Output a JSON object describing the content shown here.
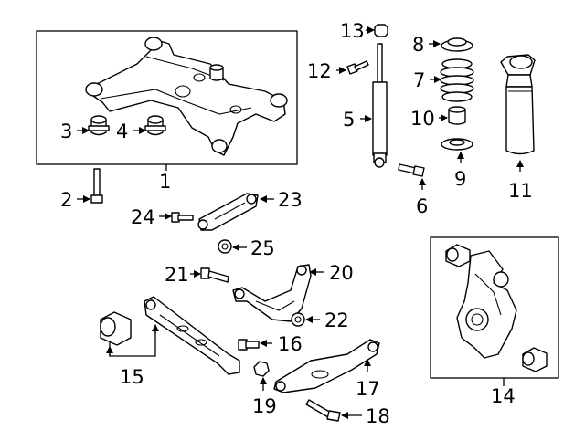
{
  "diagram": {
    "callouts": {
      "c1": "1",
      "c2": "2",
      "c3": "3",
      "c4": "4",
      "c5": "5",
      "c6": "6",
      "c7": "7",
      "c8": "8",
      "c9": "9",
      "c10": "10",
      "c11": "11",
      "c12": "12",
      "c13": "13",
      "c14": "14",
      "c15": "15",
      "c16": "16",
      "c17": "17",
      "c18": "18",
      "c19": "19",
      "c20": "20",
      "c21": "21",
      "c22": "22",
      "c23": "23",
      "c24": "24",
      "c25": "25"
    },
    "colors": {
      "line": "#000000",
      "background": "#ffffff"
    }
  }
}
